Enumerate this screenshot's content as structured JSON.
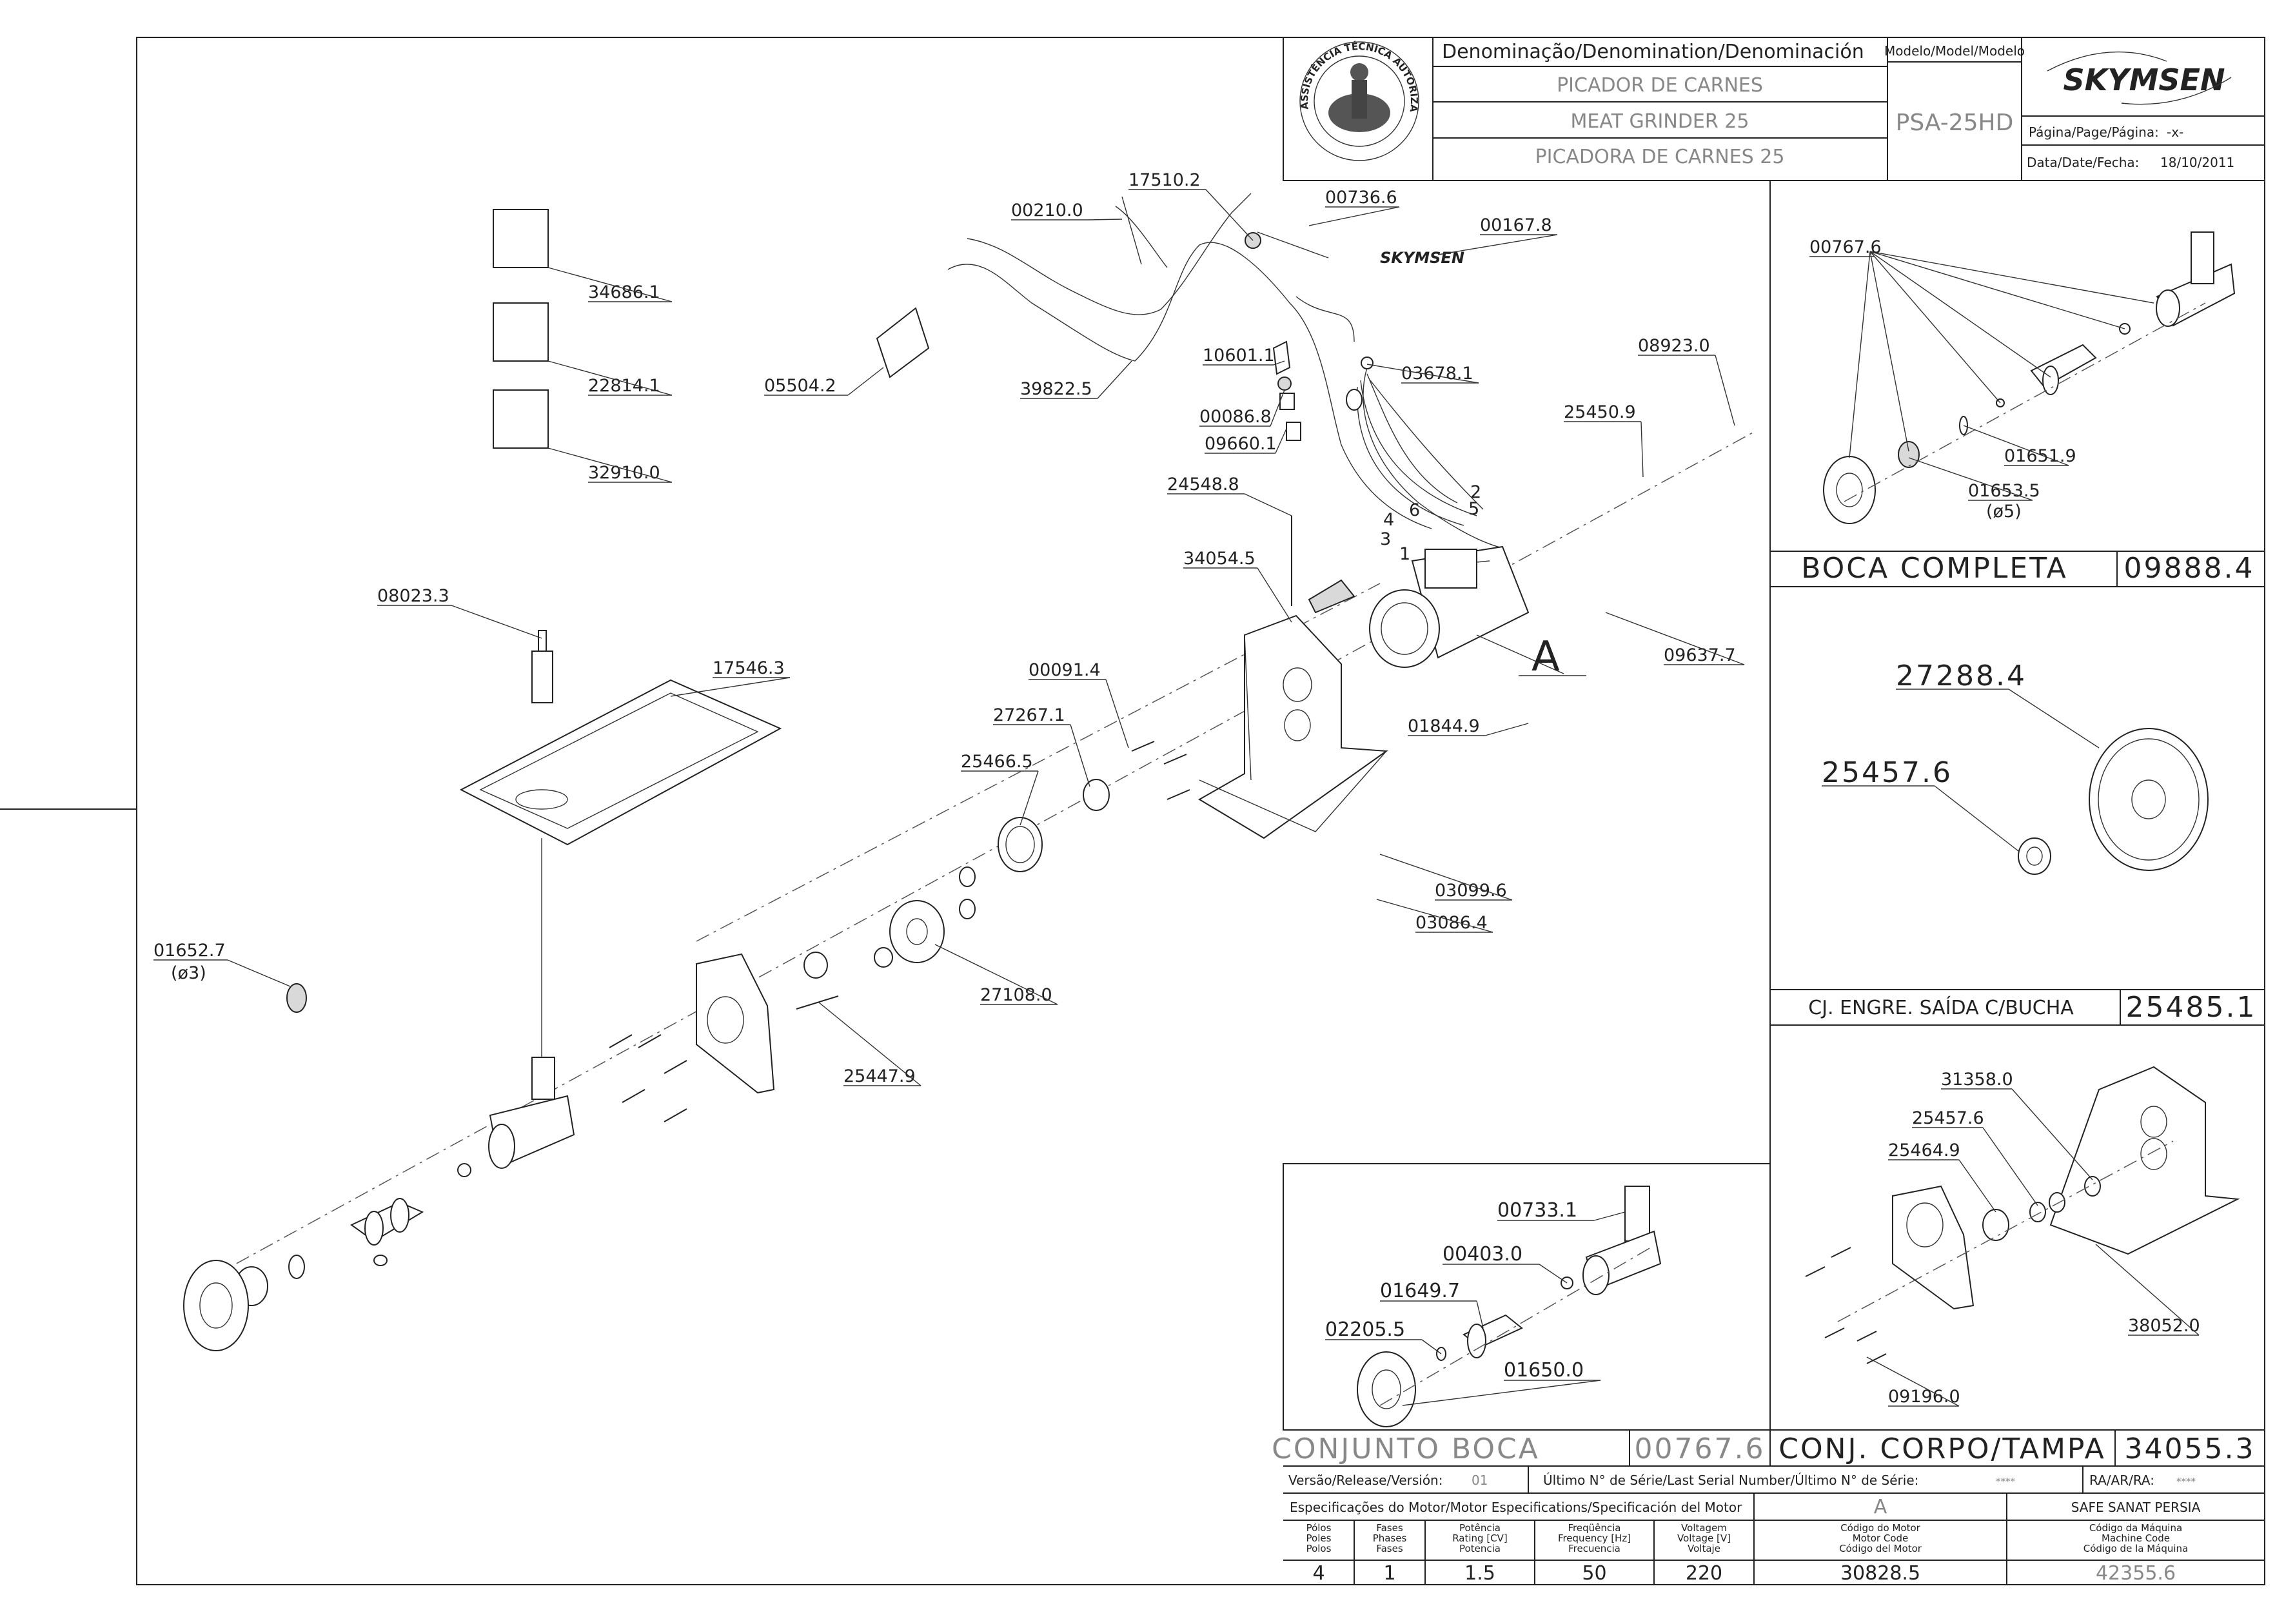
{
  "title_block": {
    "denomination_label": "Denominação/Denomination/Denominación",
    "model_label": "Modelo/Model/Modelo",
    "name_pt": "PICADOR DE CARNES",
    "name_en": "MEAT  GRINDER 25",
    "name_es": "PICADORA DE CARNES 25",
    "model": "PSA-25HD",
    "brand": "SKYMSEN",
    "page_label": "Página/Page/Página:",
    "page_value": "-x-",
    "date_label": "Data/Date/Fecha:",
    "date_value": "18/10/2011",
    "seal_text": "ASSISTÊNCIA TÉCNICA AUTORIZADA"
  },
  "main_labels": [
    "34686.1",
    "22814.1",
    "32910.0",
    "05504.2",
    "00210.0",
    "17510.2",
    "00736.6",
    "00167.8",
    "39822.5",
    "10601.1",
    "00086.8",
    "09660.1",
    "03678.1",
    "08923.0",
    "25450.9",
    "24548.8",
    "34054.5",
    "09637.7",
    "08023.3",
    "17546.3",
    "00091.4",
    "27267.1",
    "25466.5",
    "01844.9",
    "03099.6",
    "03086.4",
    "27108.0",
    "01652.7",
    "(ø3)",
    "25447.9"
  ],
  "motor_wire_numbers": [
    "1",
    "2",
    "3",
    "4",
    "5",
    "6"
  ],
  "motor_letter": "A",
  "boca_completa": {
    "labels": [
      "00767.6",
      "01651.9",
      "01653.5",
      "(ø5)"
    ],
    "title": "BOCA COMPLETA",
    "code": "09888.4"
  },
  "engrenagem": {
    "labels": [
      "27288.4",
      "25457.6"
    ],
    "title": "CJ. ENGRE. SAÍDA C/BUCHA",
    "code": "25485.1"
  },
  "corpo_tampa": {
    "labels": [
      "31358.0",
      "25457.6",
      "25464.9",
      "38052.0",
      "09196.0"
    ],
    "title": "CONJ. CORPO/TAMPA",
    "code": "34055.3"
  },
  "conjunto_boca": {
    "labels": [
      "00733.1",
      "00403.0",
      "01649.7",
      "02205.5",
      "01650.0"
    ],
    "title": "CONJUNTO  BOCA",
    "code": "00767.6"
  },
  "release": {
    "version_label": "Versão/Release/Versión:",
    "version_value": "01",
    "serial_label": "Último N° de Série/Last Serial Number/Último N° de Série:",
    "serial_value": "****",
    "ra_label": "RA/AR/RA:",
    "ra_value": "****"
  },
  "motor_specs": {
    "header": "Especificações do Motor/Motor Especifications/Specificación del Motor",
    "motor_letter": "A",
    "customer": "SAFE SANAT PERSIA",
    "columns": [
      {
        "head": [
          "Pólos",
          "Poles",
          "Polos"
        ],
        "value": "4"
      },
      {
        "head": [
          "Fases",
          "Phases",
          "Fases"
        ],
        "value": "1"
      },
      {
        "head": [
          "Potência",
          "Rating [CV]",
          "Potencia"
        ],
        "value": "1.5"
      },
      {
        "head": [
          "Freqüência",
          "Frequency [Hz]",
          "Frecuencia"
        ],
        "value": "50"
      },
      {
        "head": [
          "Voltagem",
          "Voltage [V]",
          "Voltaje"
        ],
        "value": "220"
      },
      {
        "head": [
          "Código do Motor",
          "Motor Code",
          "Código del Motor"
        ],
        "value": "30828.5"
      },
      {
        "head": [
          "Código da Máquina",
          "Machine Code",
          "Código de la Máquina"
        ],
        "value": "42355.6"
      }
    ]
  }
}
